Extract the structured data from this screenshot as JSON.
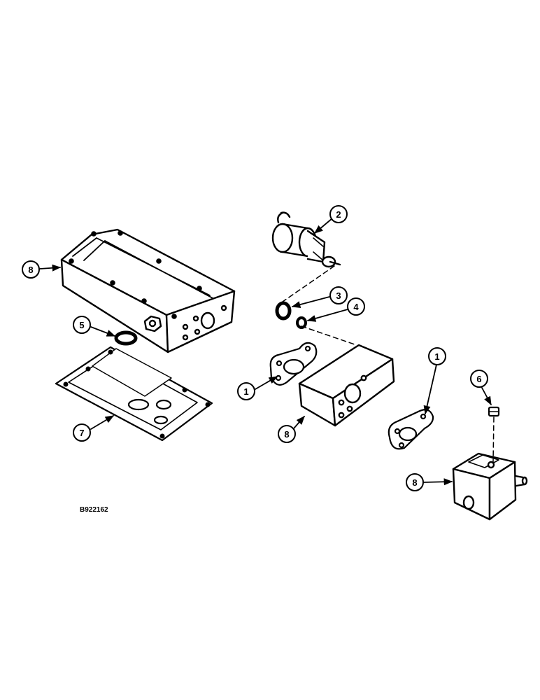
{
  "figure_id": "B922162",
  "callouts": [
    {
      "id": "c8a",
      "label": "8"
    },
    {
      "id": "c5",
      "label": "5"
    },
    {
      "id": "c7",
      "label": "7"
    },
    {
      "id": "c2",
      "label": "2"
    },
    {
      "id": "c3",
      "label": "3"
    },
    {
      "id": "c4",
      "label": "4"
    },
    {
      "id": "c1a",
      "label": "1"
    },
    {
      "id": "c8b",
      "label": "8"
    },
    {
      "id": "c1b",
      "label": "1"
    },
    {
      "id": "c6",
      "label": "6"
    },
    {
      "id": "c8c",
      "label": "8"
    }
  ]
}
